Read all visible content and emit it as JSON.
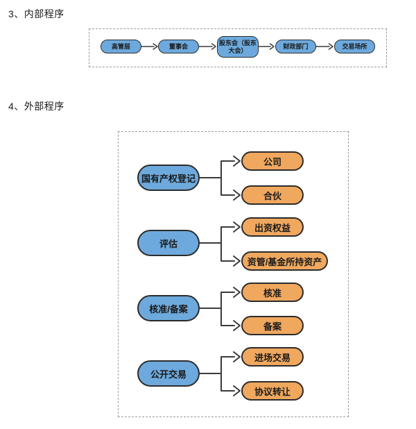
{
  "headings": {
    "internal": "3、内部程序",
    "external": "4、外部程序"
  },
  "internal_flow": {
    "steps": [
      "高管层",
      "董事会",
      "股东会（股东大会）",
      "财政部门",
      "交易场所"
    ]
  },
  "external_groups": [
    {
      "source": "国有产权登记",
      "targets": [
        "公司",
        "合伙"
      ]
    },
    {
      "source": "评估",
      "targets": [
        "出资权益",
        "资管/基金所持资产"
      ]
    },
    {
      "source": "核准/备案",
      "targets": [
        "核准",
        "备案"
      ]
    },
    {
      "source": "公开交易",
      "targets": [
        "进场交易",
        "协议转让"
      ]
    }
  ],
  "colors": {
    "blue_node": "#6da9dc",
    "orange_node": "#f0a85f",
    "node_border": "#2b2b2b",
    "connector": "#3a3a3a",
    "dashed_border": "#9a9a9a",
    "text": "#1a1a1a"
  }
}
